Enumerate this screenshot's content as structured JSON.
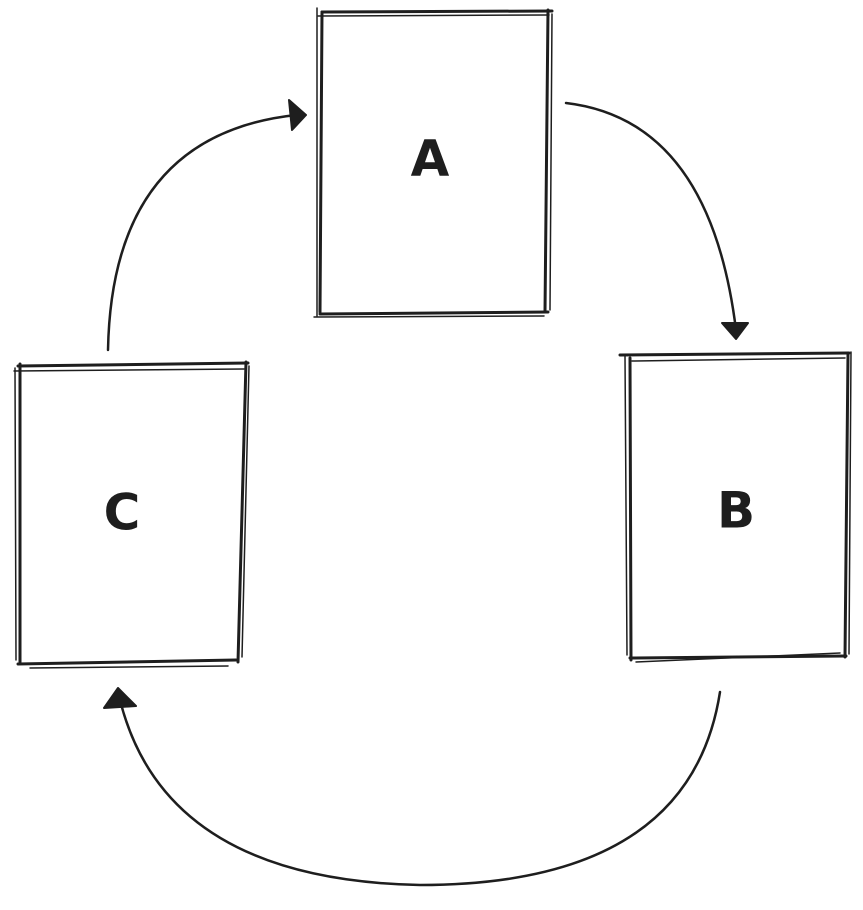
{
  "diagram": {
    "nodes": [
      {
        "id": "a",
        "label": "A"
      },
      {
        "id": "b",
        "label": "B"
      },
      {
        "id": "c",
        "label": "C"
      }
    ],
    "edges": [
      {
        "from": "A",
        "to": "B"
      },
      {
        "from": "B",
        "to": "C"
      },
      {
        "from": "C",
        "to": "A"
      }
    ],
    "colors": {
      "stroke": "#1e1e1e",
      "background": "#ffffff"
    }
  }
}
